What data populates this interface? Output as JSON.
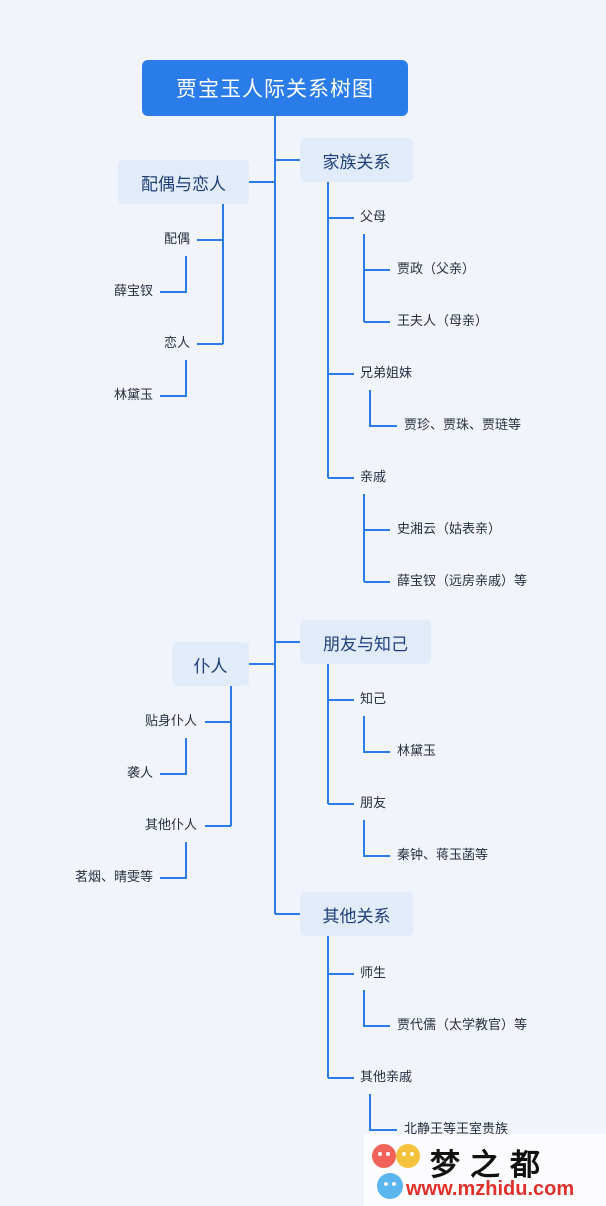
{
  "root": "贾宝玉人际关系树图",
  "family": {
    "title": "家族关系",
    "parents": "父母",
    "father": "贾政（父亲）",
    "mother": "王夫人（母亲）",
    "siblings": "兄弟姐妹",
    "siblings_names": "贾珍、贾珠、贾琏等",
    "relatives": "亲戚",
    "relative1": "史湘云（姑表亲）",
    "relative2": "薛宝钗（远房亲戚）等"
  },
  "spouse": {
    "title": "配偶与恋人",
    "spouse": "配偶",
    "spouse_name": "薛宝钗",
    "lover": "恋人",
    "lover_name": "林黛玉"
  },
  "friends": {
    "title": "朋友与知己",
    "confidant": "知己",
    "confidant_name": "林黛玉",
    "friend": "朋友",
    "friend_names": "秦钟、蒋玉菡等"
  },
  "servants": {
    "title": "仆人",
    "personal": "贴身仆人",
    "personal_name": "袭人",
    "other": "其他仆人",
    "other_names": "茗烟、晴雯等"
  },
  "others": {
    "title": "其他关系",
    "teacher": "师生",
    "teacher_name": "贾代儒（太学教官）等",
    "other_relatives": "其他亲戚",
    "other_relatives_names": "北静王等王室贵族"
  },
  "watermark": {
    "name": "梦之都",
    "url": "www.mzhidu.com"
  },
  "colors": {
    "line": "#2a7de8",
    "root_bg": "#2a7de8",
    "box_bg": "#e2ebfa",
    "page_bg": "#f1f4fa"
  }
}
